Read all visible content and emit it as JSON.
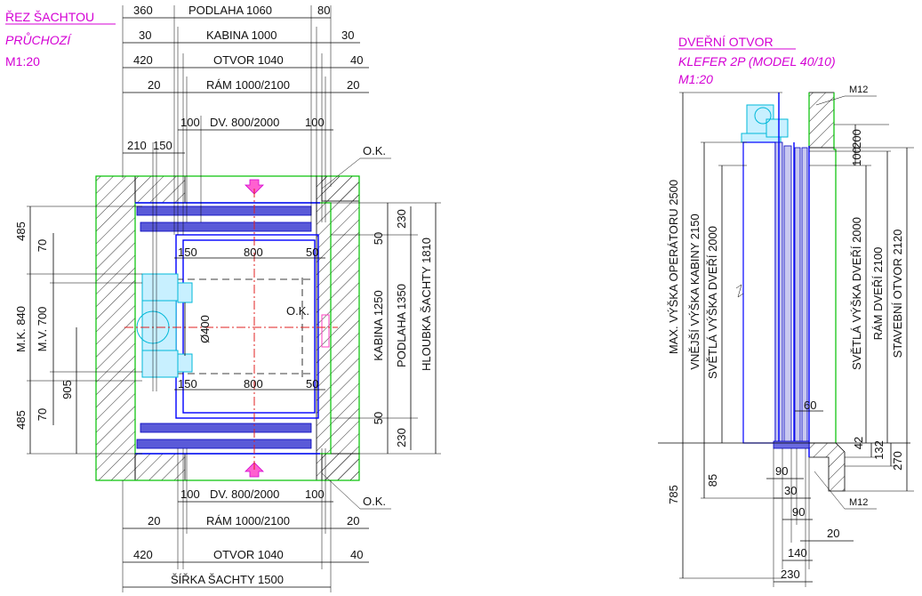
{
  "left_view": {
    "title": "ŘEZ ŠACHTOU",
    "subtitle": "PRŮCHOZÍ",
    "scale": "M1:20",
    "top_dims": {
      "row1": [
        "360",
        "PODLAHA 1060",
        "80"
      ],
      "row2": [
        "30",
        "KABINA 1000",
        "30"
      ],
      "row3": [
        "420",
        "OTVOR 1040",
        "40"
      ],
      "row4": [
        "20",
        "RÁM 1000/2100",
        "20"
      ],
      "row5": [
        "100",
        "DV. 800/2000",
        "100"
      ],
      "row6": [
        "210",
        "150"
      ]
    },
    "bottom_dims": {
      "row1": [
        "100",
        "DV. 800/2000",
        "100"
      ],
      "row2": [
        "20",
        "RÁM 1000/2100",
        "20"
      ],
      "row3": [
        "420",
        "OTVOR 1040",
        "40"
      ],
      "row4": [
        "ŠÍŘKA ŠACHTY 1500"
      ]
    },
    "inner_top": [
      "150",
      "800",
      "50"
    ],
    "inner_bottom": [
      "150",
      "800",
      "50"
    ],
    "left_dims": [
      "485",
      "70",
      "M.K. 840",
      "M.V. 700",
      "905",
      "70",
      "485"
    ],
    "right_dims": [
      "230",
      "50",
      "KABINA 1250",
      "PODLAHA 1350",
      "HLOUBKA ŠACHTY 1810",
      "50",
      "230"
    ],
    "labels": [
      "O.K.",
      "O.K.",
      "O.K."
    ],
    "diameter": "Ø400"
  },
  "right_view": {
    "title": "DVEŘNÍ OTVOR",
    "subtitle": "KLEFER 2P (MODEL 40/10)",
    "scale": "M1:20",
    "vertical_dims": [
      "MAX. VÝŠKA OPERÁTORU 2500",
      "VNĚJŠÍ VÝŠKA KABINY 2150",
      "SVĚTLÁ VÝŠKA DVEŘÍ 2000",
      "SVĚTLÁ VÝŠKA DVEŘÍ 2000",
      "RÁM DVEŘÍ 2100",
      "STAVEBNÍ OTVOR 2120"
    ],
    "small_dims": [
      "200",
      "100",
      "60",
      "42",
      "132",
      "270",
      "85",
      "785"
    ],
    "bottom_dims": [
      "90",
      "30",
      "90",
      "20",
      "140",
      "230"
    ],
    "bolt_labels": [
      "M12",
      "M12"
    ]
  }
}
